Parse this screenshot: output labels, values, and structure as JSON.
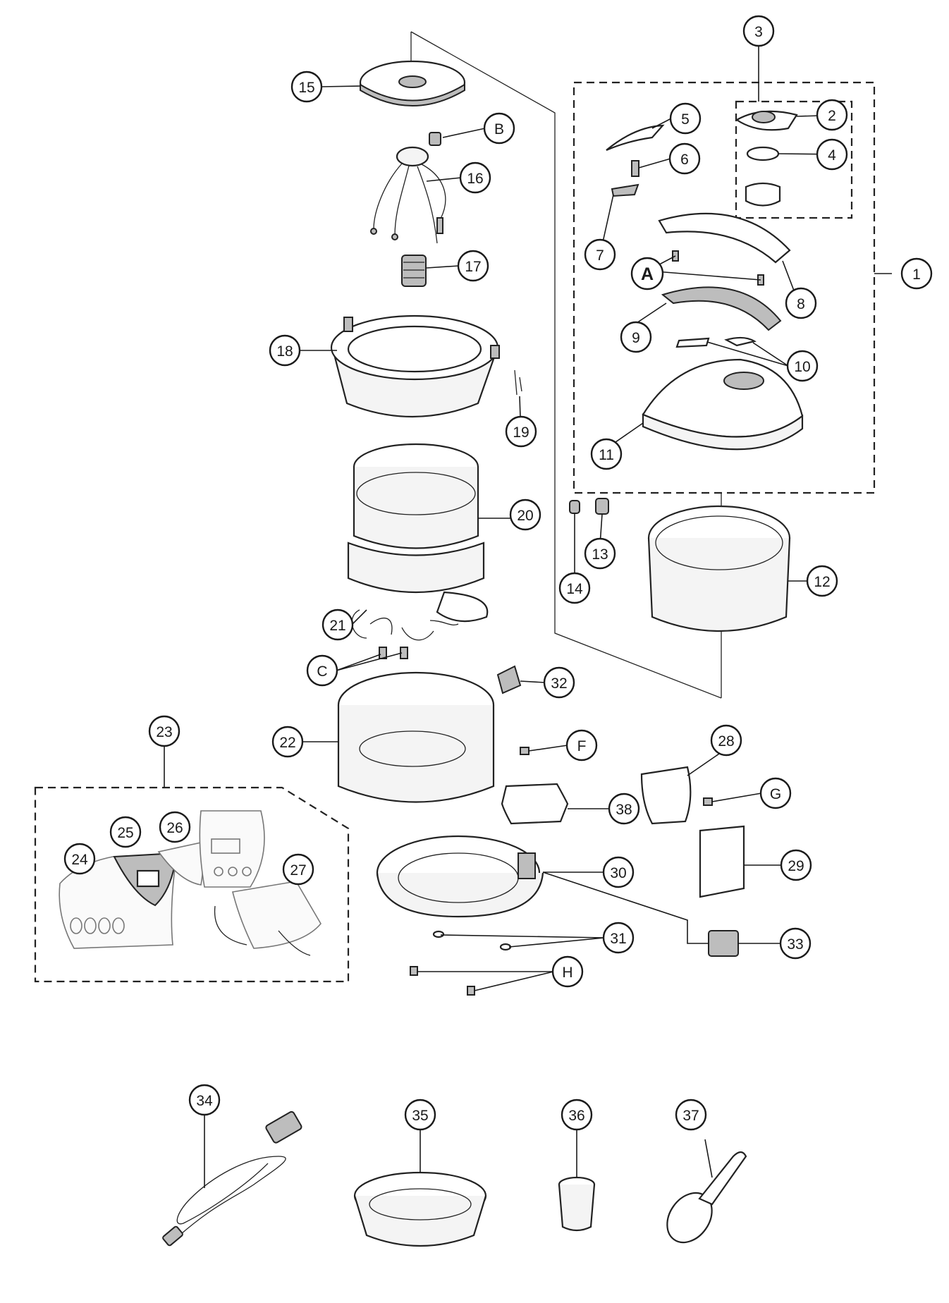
{
  "diagram": {
    "callouts": {
      "c1": "1",
      "c2": "2",
      "c3": "3",
      "c4": "4",
      "c5": "5",
      "c6": "6",
      "c7": "7",
      "c8": "8",
      "c9": "9",
      "c10": "10",
      "c11": "11",
      "c12": "12",
      "c13": "13",
      "c14": "14",
      "c15": "15",
      "c16": "16",
      "c17": "17",
      "c18": "18",
      "c19": "19",
      "c20": "20",
      "c21": "21",
      "c22": "22",
      "c23": "23",
      "c24": "24",
      "c25": "25",
      "c26": "26",
      "c27": "27",
      "c28": "28",
      "c29": "29",
      "c30": "30",
      "c31": "31",
      "c32": "32",
      "c33": "33",
      "c34": "34",
      "c35": "35",
      "c36": "36",
      "c37": "37",
      "c38": "38",
      "cA": "A",
      "cB": "B",
      "cC": "C",
      "cF": "F",
      "cG": "G",
      "cH": "H"
    }
  }
}
